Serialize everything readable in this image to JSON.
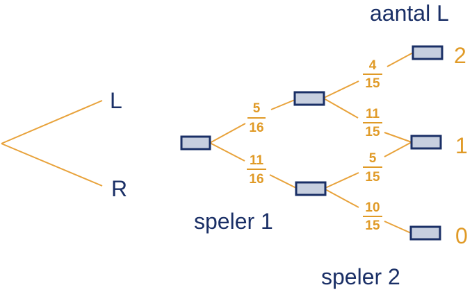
{
  "colors": {
    "branch": "#e8a23a",
    "navy": "#1a2f66",
    "box_fill": "#c7cfdf",
    "fraction": "#e09a26"
  },
  "left_tree": {
    "upper_label": "L",
    "lower_label": "R"
  },
  "probabilities": {
    "s1_upper": {
      "num": "5",
      "den": "16"
    },
    "s1_lower": {
      "num": "11",
      "den": "16"
    },
    "s2_upper_upper": {
      "num": "4",
      "den": "15"
    },
    "s2_upper_lower": {
      "num": "11",
      "den": "15"
    },
    "s2_lower_upper": {
      "num": "5",
      "den": "15"
    },
    "s2_lower_lower": {
      "num": "10",
      "den": "15"
    }
  },
  "outcome_header": "aantal L",
  "outcomes": {
    "top": "2",
    "middle": "1",
    "bottom": "0"
  },
  "player_labels": {
    "player1": "speler 1",
    "player2": "speler 2"
  }
}
